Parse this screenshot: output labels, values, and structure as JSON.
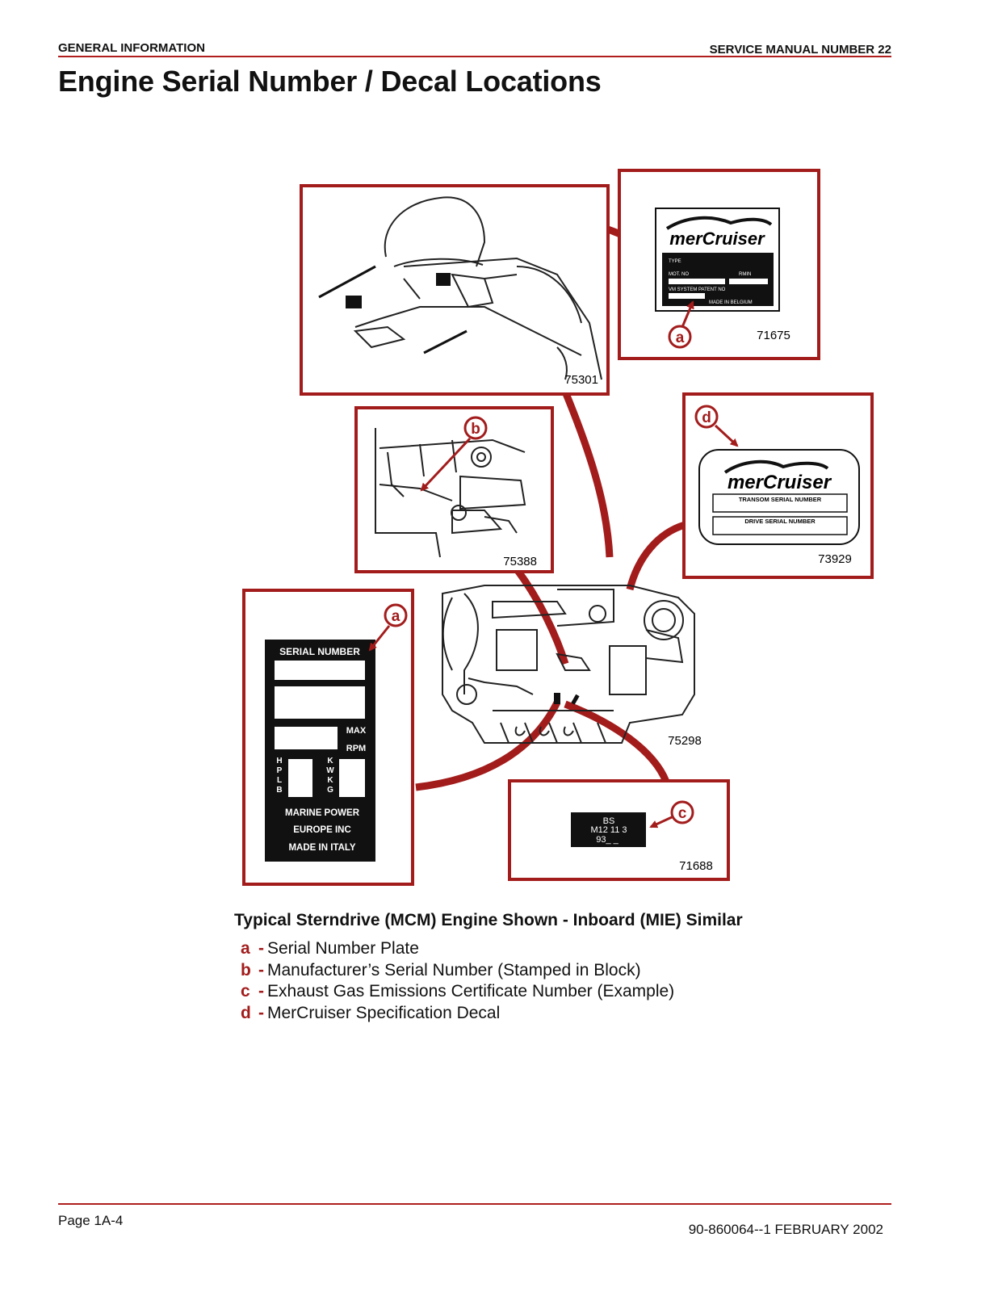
{
  "header": {
    "section": "GENERAL INFORMATION",
    "manual": "SERVICE MANUAL NUMBER 22"
  },
  "page_title": "Engine Serial Number / Decal Locations",
  "figures": {
    "top_engine": {
      "number": "75301"
    },
    "plate_top": {
      "number": "71675",
      "brand": "merCruiser",
      "lines": [
        "TYPE",
        "MOT. NO",
        "RMIN",
        "VM SYSTEM  PATENT NO",
        "MADE IN BELGIUM"
      ],
      "callout": "a"
    },
    "block_stamp": {
      "number": "75388",
      "callout": "b"
    },
    "spec_decal": {
      "number": "73929",
      "brand": "merCruiser",
      "field1": "TRANSOM SERIAL NUMBER",
      "field2": "DRIVE SERIAL NUMBER",
      "callout": "d"
    },
    "serial_plate": {
      "callout": "a",
      "heading": "SERIAL NUMBER",
      "max": "MAX",
      "rpm": "RPM",
      "left_letters": [
        "H",
        "P",
        "L",
        "B"
      ],
      "right_letters": [
        "K",
        "W",
        "K",
        "G"
      ],
      "maker_lines": [
        "MARINE POWER",
        "EUROPE INC",
        "MADE IN ITALY"
      ]
    },
    "main_engine": {
      "number": "75298"
    },
    "emission": {
      "number": "71688",
      "callout": "c",
      "lines": [
        "BS",
        "M12 11 3",
        "93_ _"
      ]
    }
  },
  "caption": "Typical Sterndrive (MCM) Engine Shown - Inboard (MIE) Similar",
  "legend": [
    {
      "key": "a",
      "text": "Serial Number Plate"
    },
    {
      "key": "b",
      "text": "Manufacturer’s Serial Number (Stamped in Block)"
    },
    {
      "key": "c",
      "text": "Exhaust Gas Emissions Certificate Number (Example)"
    },
    {
      "key": "d",
      "text": "MerCruiser Specification Decal"
    }
  ],
  "footer": {
    "page": "Page 1A-4",
    "doc": "90-860064--1   FEBRUARY 2002"
  },
  "colors": {
    "accent": "#b01e1e",
    "callout": "#a31c1c"
  }
}
